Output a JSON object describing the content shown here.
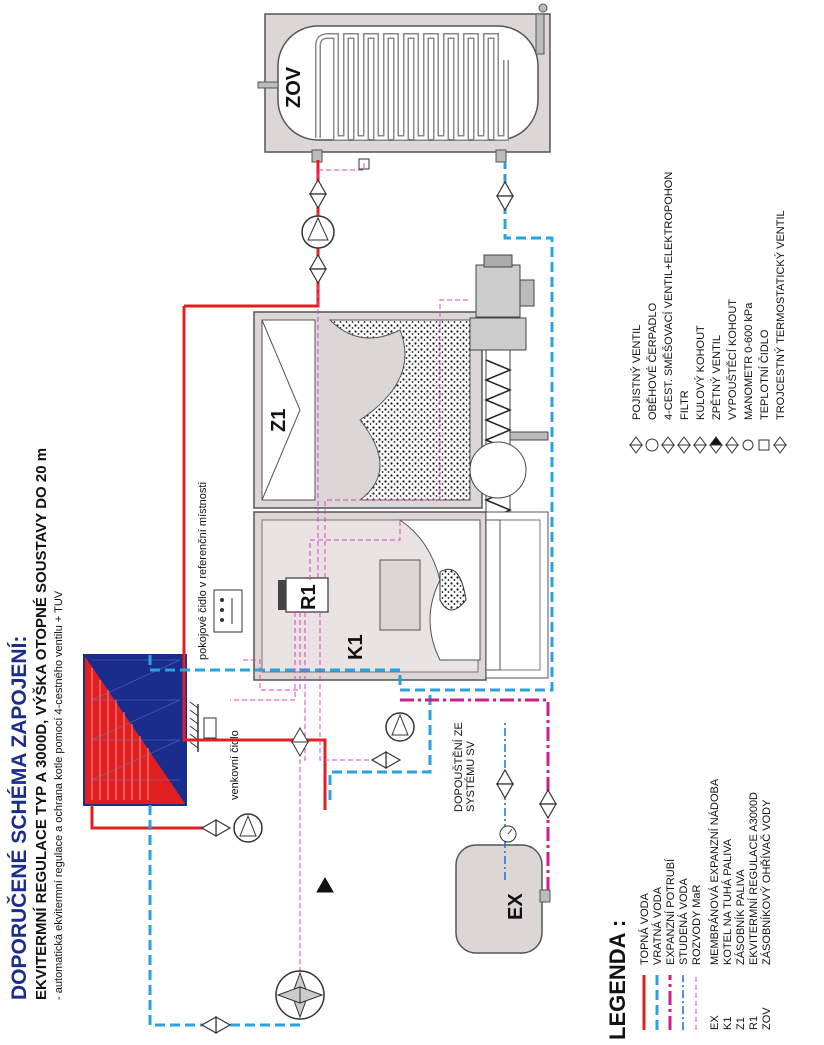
{
  "header": {
    "title": "DOPORUČENÉ SCHÉMA ZAPOJENÍ:",
    "subtitle": "EKVITERMNÍ REGULACE TYP A 3000D, VÝŠKA OTOPNÉ SOUSTAVY DO 20 m",
    "note": "- automatická ekvitermní regulace a ochrana kotle pomocí 4-cestného ventilu + TUV"
  },
  "components": {
    "zov": "ZOV",
    "z1": "Z1",
    "k1": "K1",
    "r1": "R1",
    "ex": "EX",
    "room_sensor": "pokojové čidlo v referenční místnosti",
    "outdoor_sensor": "venkovní čidlo",
    "refill": [
      "DOPOUŠTĚNÍ ZE",
      "SYSTÉMU SV"
    ]
  },
  "legend": {
    "title": "LEGENDA :",
    "lines": [
      {
        "label": "TOPNÁ VODA",
        "color": "#e02020"
      },
      {
        "label": "VRATNÁ VODA",
        "color": "#29a3e0"
      },
      {
        "label": "EXPANZNÍ POTRUBÍ",
        "color": "#cc1f8a"
      },
      {
        "label": "STUDENÁ VODA",
        "color": "#1f6fd0"
      },
      {
        "label": "ROZVODY MaR",
        "color": "#e040c0"
      }
    ],
    "codes": [
      {
        "code": "EX",
        "label": "MEMBRÁNOVÁ EXPANZNÍ NÁDOBA"
      },
      {
        "code": "K1",
        "label": "KOTEL NA TUHÁ PALIVA"
      },
      {
        "code": "Z1",
        "label": "ZÁSOBNÍK PALIVA"
      },
      {
        "code": "R1",
        "label": "EKVITERMNÍ REGULACE A3000D"
      },
      {
        "code": "ZOV",
        "label": "ZÁSOBNÍKOVÝ OHŘÍVAČ VODY"
      }
    ],
    "symbols": [
      {
        "icon": "safety-valve-icon",
        "label": "POJISTNÝ VENTIL"
      },
      {
        "icon": "circulation-pump-icon",
        "label": "OBĚHOVÉ ČERPADLO"
      },
      {
        "icon": "four-way-valve-icon",
        "label": "4-CEST. SMĚŠOVACÍ VENTIL+ELEKTROPOHON"
      },
      {
        "icon": "filter-icon",
        "label": "FILTR"
      },
      {
        "icon": "ball-valve-icon",
        "label": "KULOVÝ KOHOUT"
      },
      {
        "icon": "check-valve-icon",
        "label": "ZPĚTNÝ VENTIL"
      },
      {
        "icon": "drain-valve-icon",
        "label": "VYPOUŠTĚCÍ KOHOUT"
      },
      {
        "icon": "manometer-icon",
        "label": "MANOMETR 0-600 kPa"
      },
      {
        "icon": "thermometer-icon",
        "label": "TEPLOTNÍ ČIDLO"
      },
      {
        "icon": "three-way-valve-icon",
        "label": "TROJCESTNÝ TERMOSTATICKÝ VENTIL"
      }
    ]
  }
}
